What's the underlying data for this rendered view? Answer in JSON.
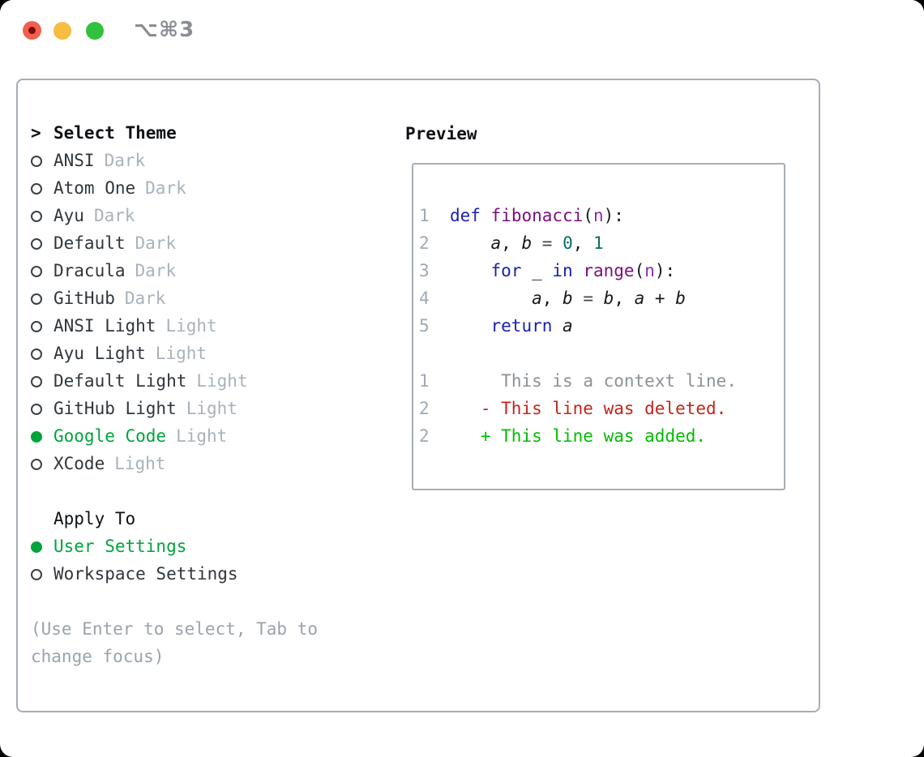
{
  "window": {
    "title": "⌥⌘3"
  },
  "colors": {
    "selection_green": "#00a43c",
    "diff_added_green": "#00bc00",
    "diff_deleted_red": "#c4241b",
    "keyword_blue": "#1b22aa",
    "function_magenta": "#7b0e7e",
    "literal_teal": "#0b6e64",
    "border_gray": "#a6adb5",
    "variant_gray": "#a9b2bc",
    "traffic_red": "#f25f51",
    "traffic_yellow": "#f7bd40",
    "traffic_green": "#31c13d"
  },
  "theme_list": {
    "header_prefix": ">",
    "header": "Select Theme",
    "items": [
      {
        "name": "ANSI",
        "variant": "Dark",
        "selected": false
      },
      {
        "name": "Atom One",
        "variant": "Dark",
        "selected": false
      },
      {
        "name": "Ayu",
        "variant": "Dark",
        "selected": false
      },
      {
        "name": "Default",
        "variant": "Dark",
        "selected": false
      },
      {
        "name": "Dracula",
        "variant": "Dark",
        "selected": false
      },
      {
        "name": "GitHub",
        "variant": "Dark",
        "selected": false
      },
      {
        "name": "ANSI Light",
        "variant": "Light",
        "selected": false
      },
      {
        "name": "Ayu Light",
        "variant": "Light",
        "selected": false
      },
      {
        "name": "Default Light",
        "variant": "Light",
        "selected": false
      },
      {
        "name": "GitHub Light",
        "variant": "Light",
        "selected": false
      },
      {
        "name": "Google Code",
        "variant": "Light",
        "selected": true
      },
      {
        "name": "XCode",
        "variant": "Light",
        "selected": false
      }
    ]
  },
  "apply_to": {
    "header": "Apply To",
    "items": [
      {
        "name": "User Settings",
        "selected": true
      },
      {
        "name": "Workspace Settings",
        "selected": false
      }
    ]
  },
  "hint": "(Use Enter to select, Tab to change focus)",
  "preview": {
    "title": "Preview",
    "lines": [
      [
        [
          "1",
          "num"
        ],
        [
          "  ",
          "pl"
        ],
        [
          "def",
          "kw"
        ],
        [
          " ",
          "pl"
        ],
        [
          "fibonacci",
          "fn"
        ],
        [
          "(",
          "pl"
        ],
        [
          "n",
          "pr"
        ],
        [
          "):",
          "pl"
        ]
      ],
      [
        [
          "2",
          "num"
        ],
        [
          "      ",
          "pl"
        ],
        [
          "a",
          "va"
        ],
        [
          ", ",
          "pl"
        ],
        [
          "b",
          "va"
        ],
        [
          " ",
          "pl"
        ],
        [
          "=",
          "op"
        ],
        [
          " ",
          "pl"
        ],
        [
          "0",
          "li"
        ],
        [
          ", ",
          "pl"
        ],
        [
          "1",
          "li"
        ]
      ],
      [
        [
          "3",
          "num"
        ],
        [
          "      ",
          "pl"
        ],
        [
          "for",
          "kw"
        ],
        [
          " _ ",
          "pl"
        ],
        [
          "in",
          "kw"
        ],
        [
          " ",
          "pl"
        ],
        [
          "range",
          "fn"
        ],
        [
          "(",
          "pl"
        ],
        [
          "n",
          "pr"
        ],
        [
          "):",
          "pl"
        ]
      ],
      [
        [
          "4",
          "num"
        ],
        [
          "          ",
          "pl"
        ],
        [
          "a",
          "va"
        ],
        [
          ", ",
          "pl"
        ],
        [
          "b",
          "va"
        ],
        [
          " ",
          "pl"
        ],
        [
          "=",
          "op"
        ],
        [
          " ",
          "pl"
        ],
        [
          "b",
          "va"
        ],
        [
          ", ",
          "pl"
        ],
        [
          "a",
          "va"
        ],
        [
          " + ",
          "pl"
        ],
        [
          "b",
          "va"
        ]
      ],
      [
        [
          "5",
          "num"
        ],
        [
          "      ",
          "pl"
        ],
        [
          "return",
          "kw"
        ],
        [
          " ",
          "pl"
        ],
        [
          "a",
          "va"
        ]
      ],
      [],
      [
        [
          "1",
          "num"
        ],
        [
          "       ",
          "pl"
        ],
        [
          "This is a context line.",
          "ctx"
        ]
      ],
      [
        [
          "2",
          "num"
        ],
        [
          "     ",
          "pl"
        ],
        [
          "- This line was deleted.",
          "del"
        ]
      ],
      [
        [
          "2",
          "num"
        ],
        [
          "     ",
          "pl"
        ],
        [
          "+ This line was added.",
          "add"
        ]
      ]
    ]
  }
}
